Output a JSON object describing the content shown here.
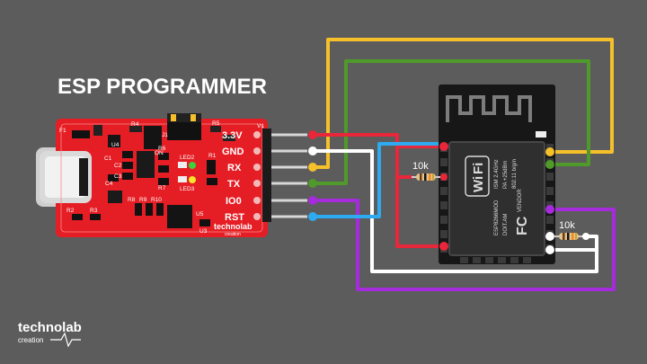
{
  "title": "ESP PROGRAMMER",
  "programmer": {
    "pins": [
      "3.3V",
      "GND",
      "RX",
      "TX",
      "IO0",
      "RST"
    ],
    "silkscreen": [
      "F1",
      "U4",
      "R4",
      "C1",
      "C2",
      "C3",
      "C4",
      "R6",
      "R7",
      "LED2",
      "LED3",
      "R1",
      "R5",
      "ON",
      "J1",
      "R2",
      "R3",
      "R8",
      "R9",
      "R10",
      "U5",
      "U3",
      "V1"
    ],
    "brand": "technolab",
    "brand_sub": "creation"
  },
  "esp_module": {
    "marks": [
      "Wi",
      "Fi",
      "ESP8266MOD",
      "DOIT.AM",
      "ISM 2.4GHz",
      "PA +25dBm",
      "802.11 b/g/n",
      "FC",
      "VENDOR"
    ]
  },
  "resistors": [
    {
      "label": "10k"
    },
    {
      "label": "10k"
    }
  ],
  "wire_colors": {
    "vcc": "#e8273a",
    "gnd": "#ffffff",
    "rx": "#f5c02a",
    "tx": "#4f9a2a",
    "io0": "#a62bdc",
    "rst": "#2eaaf0"
  },
  "footer": {
    "brand": "technolab",
    "brand_sub": "creation"
  }
}
